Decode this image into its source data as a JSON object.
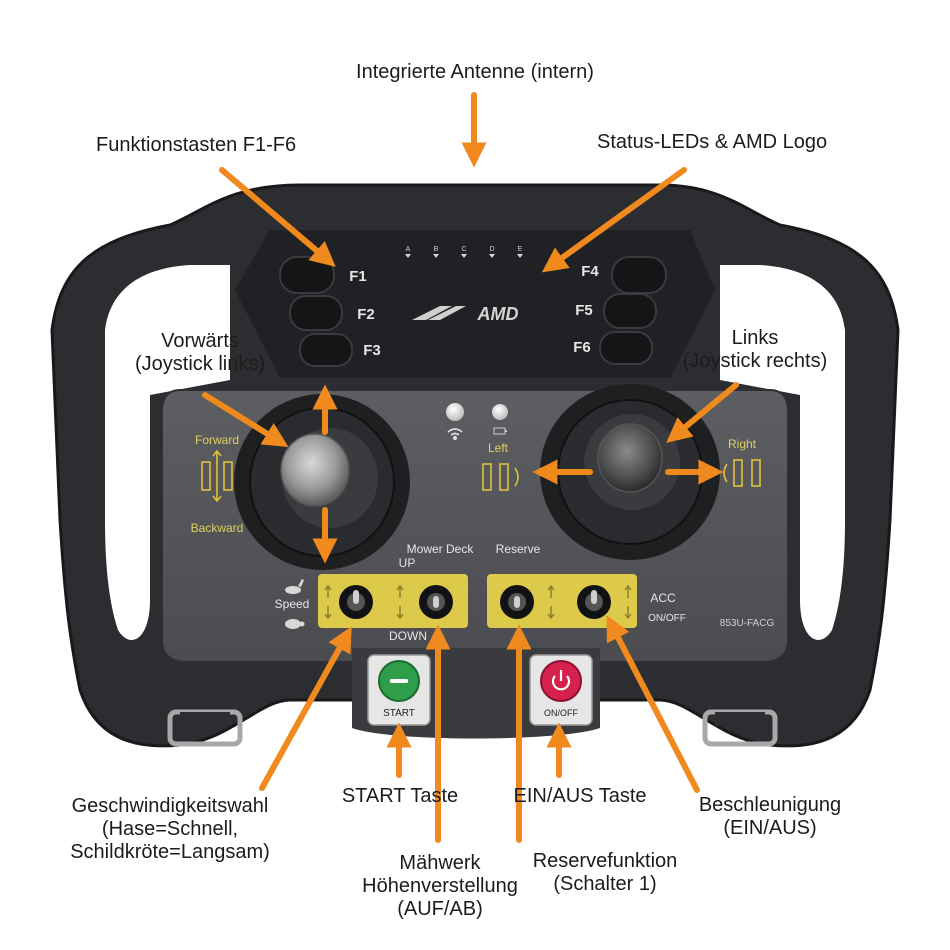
{
  "callouts": {
    "antenna": "Integrierte Antenne (intern)",
    "function_keys": "Funktionstasten F1-F6",
    "status_leds": "Status-LEDs & AMD Logo",
    "forward_line1": "Vorwärts",
    "forward_line2": "(Joystick links)",
    "left_line1": "Links",
    "left_line2": "(Joystick rechts)",
    "speed_line1": "Geschwindigkeitswahl",
    "speed_line2": "(Hase=Schnell,",
    "speed_line3": "Schildkröte=Langsam)",
    "start_key": "START Taste",
    "mower_line1": "Mähwerk",
    "mower_line2": "Höhenverstellung",
    "mower_line3": "(AUF/AB)",
    "onoff_key": "EIN/AUS Taste",
    "reserve_line1": "Reservefunktion",
    "reserve_line2": "(Schalter 1)",
    "acc_line1": "Beschleunigung",
    "acc_line2": "(EIN/AUS)"
  },
  "device": {
    "keys_left": [
      "F1",
      "F2",
      "F3"
    ],
    "keys_right": [
      "F4",
      "F5",
      "F6"
    ],
    "led_labels": [
      "A",
      "B",
      "C",
      "D",
      "E"
    ],
    "logo": "AMD",
    "forward": "Forward",
    "backward": "Backward",
    "left": "Left",
    "right": "Right",
    "mower_deck": "Mower Deck",
    "up": "UP",
    "down": "DOWN",
    "reserve": "Reserve",
    "speed": "Speed",
    "acc": "ACC",
    "acc_onoff": "ON/OFF",
    "model": "853U-FACG",
    "start_button": "START",
    "onoff_button": "ON/OFF"
  },
  "colors": {
    "arrow": "#f08a1e",
    "switch_panel": "#ddc94a",
    "start_green": "#2e9e4a",
    "onoff_red": "#d6204e"
  }
}
